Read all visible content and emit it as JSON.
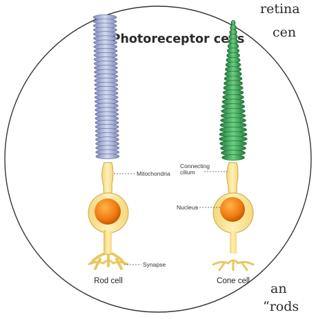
{
  "page_text": {
    "fragment_top": "retina",
    "fragment_top2": "cen",
    "fragment_bottom": "“rods",
    "fragment_bottom2": "an"
  },
  "diagram": {
    "title": "Photoreceptor cells",
    "labels": {
      "mitochondria": "Mitochondria",
      "connecting_cilium_line1": "Connecting",
      "connecting_cilium_line2": "cilium",
      "nucleus": "Nucleus",
      "synapse": "Synapse"
    },
    "captions": {
      "rod": "Rod cell",
      "cone": "Cone cell"
    },
    "colors": {
      "rod_disc": "#a8b3d6",
      "cone_disc": "#3a9e55",
      "cell_body": "#f9e7a0",
      "nucleus": "#f07a12",
      "outline": "#333333"
    }
  }
}
